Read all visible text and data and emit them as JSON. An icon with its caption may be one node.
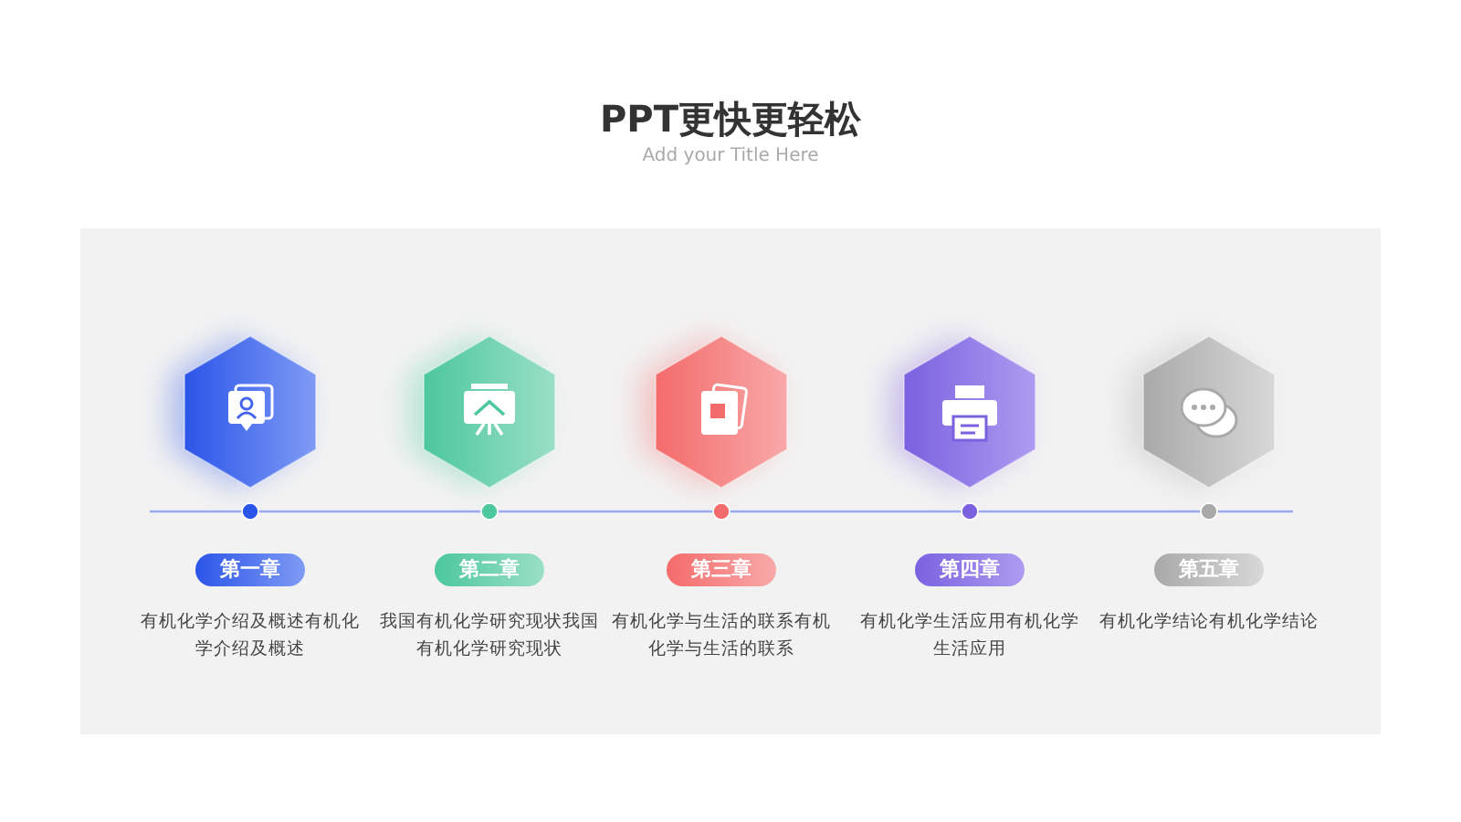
{
  "diagram": {
    "title": "PPT更快更轻松",
    "nodes": [
      {
        "text": [
          "第一章"
        ],
        "beside": [
          "有机化学介绍及概述有机化学介绍及概述"
        ]
      },
      {
        "text": [
          "第二章"
        ],
        "beside": [
          "我国有机化学研究现状我国有机化学研究现状"
        ]
      },
      {
        "text": [
          "第三章"
        ],
        "beside": [
          "有机化学与生活的联系有机化学与生活的联系"
        ]
      },
      {
        "text": [
          "第四章"
        ],
        "beside": [
          "有机化学生活应用有机化学生活应用"
        ]
      },
      {
        "text": [
          "第五章"
        ],
        "beside": [
          "有机化学结论有机化学结论"
        ]
      }
    ],
    "labels": [
      "Add your Title Here"
    ]
  }
}
